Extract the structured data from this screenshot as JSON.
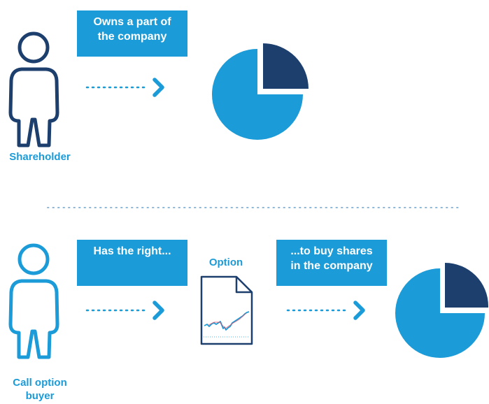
{
  "colors": {
    "primary": "#1b9bd7",
    "dark": "#1d3f6e",
    "divider": "#8fb8d6"
  },
  "top": {
    "person_label": "Shareholder",
    "box_text": "Owns a part of the company",
    "person_icon": "person-icon",
    "pie_icon": "pie-chart-icon"
  },
  "bottom": {
    "person_label": "Call option buyer",
    "box1_text": "Has the right...",
    "doc_title": "Option",
    "box2_text": "...to buy shares in the company",
    "document_icon": "document-chart-icon",
    "pie_icon": "pie-chart-icon"
  }
}
